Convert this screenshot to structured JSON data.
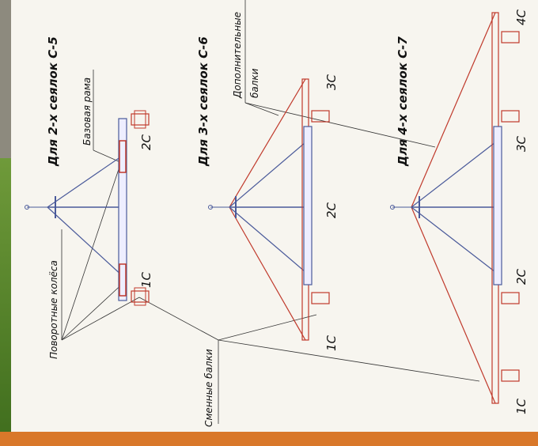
{
  "titles": {
    "c5": "Для 2-х сеялок С-5",
    "c6": "Для 3-х сеялок С-6",
    "c7": "Для 4-х сеялок С-7"
  },
  "notes": {
    "base_frame": "Базовая рама",
    "additional_beams_line1": "Дополнительные",
    "additional_beams_line2": "балки",
    "swivel_wheels": "Поворотные колёса",
    "replaceable_beams": "Сменные балки"
  },
  "sections": {
    "c5": [
      "1С",
      "2С"
    ],
    "c6": [
      "1С",
      "2С",
      "3С"
    ],
    "c7": [
      "1С",
      "2С",
      "3С",
      "4С"
    ]
  },
  "colors": {
    "background": "#f7f5ef",
    "frame_orange": "#d9782a",
    "grass_green": "#5a8a2a",
    "beam_red": "#c0392b",
    "frame_blue": "#4a5a9a"
  }
}
